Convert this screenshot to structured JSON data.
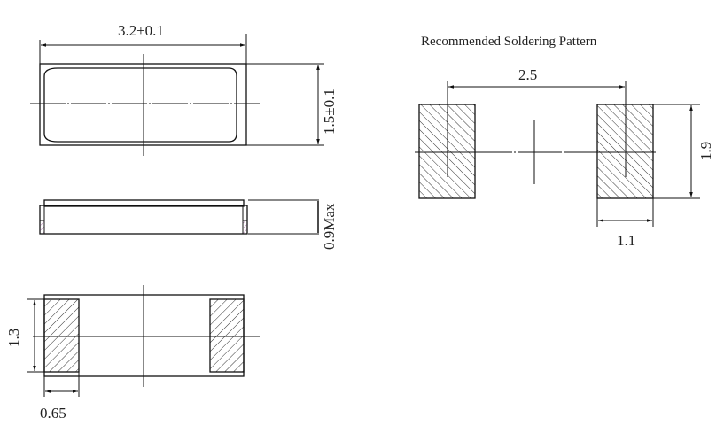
{
  "diagram": {
    "type": "SMD component mechanical drawing",
    "views": {
      "top_view": {
        "length_label": "3.2±0.1",
        "width_label": "1.5±0.1"
      },
      "side_view": {
        "height_label": "0.9Max"
      },
      "bottom_view": {
        "pad_height_label": "1.3",
        "pad_width_label": "0.65"
      },
      "soldering_pattern": {
        "title": "Recommended Soldering Pattern",
        "pitch_label": "2.5",
        "pad_height_label": "1.9",
        "pad_width_label": "1.1"
      }
    },
    "colors": {
      "line": "#111111",
      "hatch": "#333333",
      "terminal_accent": "#b07ab0",
      "background": "#ffffff"
    }
  }
}
